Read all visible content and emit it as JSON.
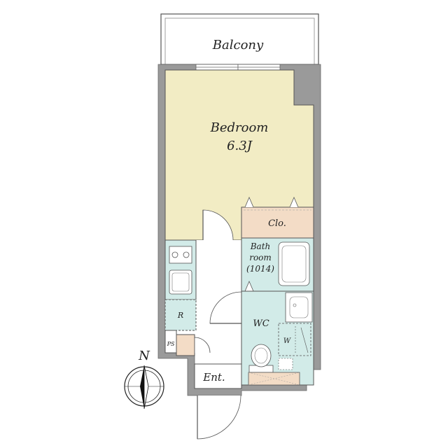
{
  "rooms": {
    "balcony": {
      "label": "Balcony"
    },
    "bedroom": {
      "label": "Bedroom",
      "size": "6.3J"
    },
    "closet": {
      "label": "Clo."
    },
    "bathroom": {
      "line1": "Bath",
      "line2": "room",
      "line3": "(1014)"
    },
    "wc": {
      "label": "WC"
    },
    "washer": {
      "label": "W"
    },
    "refrigerator": {
      "label": "R"
    },
    "pipe_space": {
      "label": "PS"
    },
    "entrance": {
      "label": "Ent."
    }
  },
  "compass": {
    "north_label": "N"
  },
  "colors": {
    "wall": "#9a9a9a",
    "bedroom": "#f2ecc4",
    "closet": "#f3dcc6",
    "wet_area": "#d2ebe8",
    "entry_storage": "#f3dcc6",
    "line": "#555555"
  }
}
